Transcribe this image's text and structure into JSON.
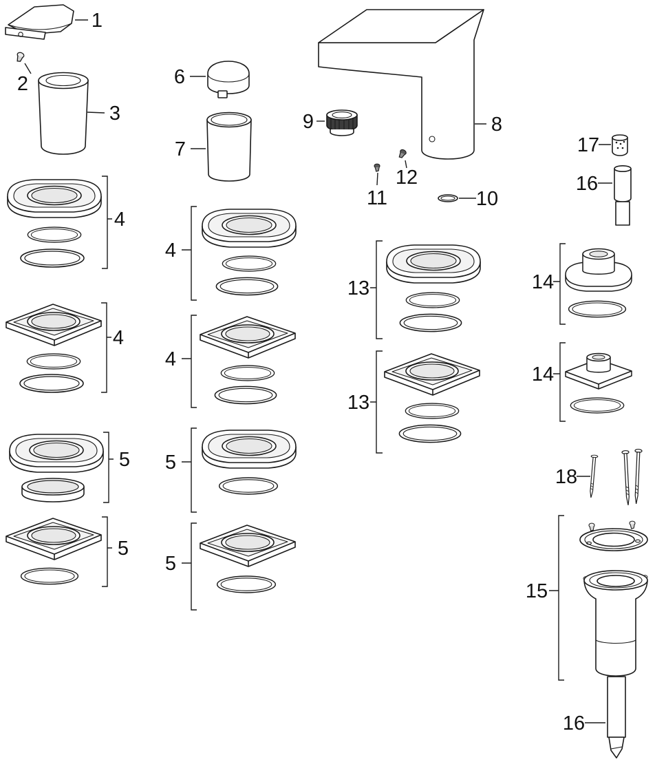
{
  "diagram": {
    "kind": "faucet-exploded-parts-diagram",
    "colors": {
      "line": "#1a1a1a",
      "background": "#ffffff",
      "shading": "#e8e8e8"
    },
    "labels": [
      {
        "name": "handle",
        "text": "1"
      },
      {
        "name": "handle-screw",
        "text": "2"
      },
      {
        "name": "handle-sleeve",
        "text": "3"
      },
      {
        "name": "escutcheon-round-a",
        "text": "4"
      },
      {
        "name": "escutcheon-square-a",
        "text": "4"
      },
      {
        "name": "escutcheon-round-b",
        "text": "5"
      },
      {
        "name": "escutcheon-square-b",
        "text": "5"
      },
      {
        "name": "cartridge-cap",
        "text": "6"
      },
      {
        "name": "cartridge-sleeve",
        "text": "7"
      },
      {
        "name": "escutcheon-round-c",
        "text": "4"
      },
      {
        "name": "escutcheon-square-c",
        "text": "4"
      },
      {
        "name": "escutcheon-round-d",
        "text": "5"
      },
      {
        "name": "escutcheon-square-d",
        "text": "5"
      },
      {
        "name": "aerator",
        "text": "9"
      },
      {
        "name": "spout-body",
        "text": "8"
      },
      {
        "name": "screw-small-a",
        "text": "11"
      },
      {
        "name": "screw-small-b",
        "text": "12"
      },
      {
        "name": "o-ring",
        "text": "10"
      },
      {
        "name": "escutcheon-round-e",
        "text": "13"
      },
      {
        "name": "escutcheon-square-e",
        "text": "13"
      },
      {
        "name": "adapter",
        "text": "17"
      },
      {
        "name": "hose-upper",
        "text": "16"
      },
      {
        "name": "escutcheon-boss-round",
        "text": "14"
      },
      {
        "name": "escutcheon-boss-square",
        "text": "14"
      },
      {
        "name": "fixing-screws",
        "text": "18"
      },
      {
        "name": "mounting-assembly",
        "text": "15"
      },
      {
        "name": "hose-lower",
        "text": "16"
      }
    ]
  }
}
